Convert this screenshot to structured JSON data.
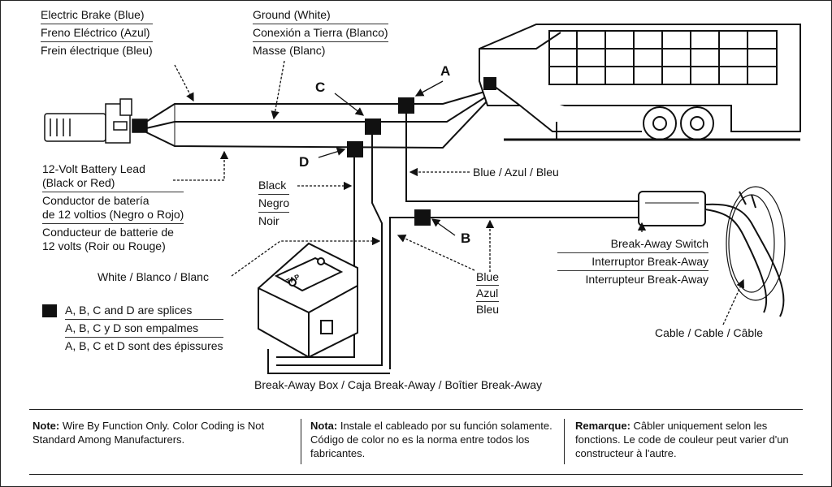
{
  "labels": {
    "electric_brake": [
      "Electric Brake (Blue)",
      "Freno Eléctrico (Azul)",
      "Frein électrique (Bleu)"
    ],
    "ground": [
      "Ground (White)",
      "Conexión a Tierra (Blanco)",
      "Masse (Blanc)"
    ],
    "battery_lead": [
      "12-Volt Battery Lead",
      "(Black or Red)",
      "Conductor de batería",
      "de 12 voltios (Negro o Rojo)",
      "Conducteur de batterie de",
      "12 volts (Roir ou Rouge)"
    ],
    "black": [
      "Black",
      "Negro",
      "Noir"
    ],
    "blue_azul_bleu": "Blue / Azul / Bleu",
    "white_blanco_blanc": "White / Blanco / Blanc",
    "blue_stack": [
      "Blue",
      "Azul",
      "Bleu"
    ],
    "breakaway_switch": [
      "Break-Away Switch",
      "Interruptor Break-Away",
      "Interrupteur Break-Away"
    ],
    "cable": "Cable / Cable / Câble",
    "breakaway_box": "Break-Away Box / Caja Break-Away / Boîtier Break-Away",
    "splices": [
      "A, B, C and D are splices",
      "A, B, C y D son empalmes",
      "A, B, C et D sont des épissures"
    ],
    "box_brand": "TAP"
  },
  "splice_letters": {
    "a": "A",
    "b": "B",
    "c": "C",
    "d": "D"
  },
  "notes": [
    {
      "title": "Note:",
      "text": " Wire By Function Only. Color Coding is Not Standard Among Manufacturers."
    },
    {
      "title": "Nota:",
      "text": " Instale el cableado por su función solamente. Código de color no es la norma entre todos los fabricantes."
    },
    {
      "title": "Remarque:",
      "text": " Câbler uniquement selon les fonctions. Le code de couleur peut varier d'un constructeur à l'autre."
    }
  ]
}
